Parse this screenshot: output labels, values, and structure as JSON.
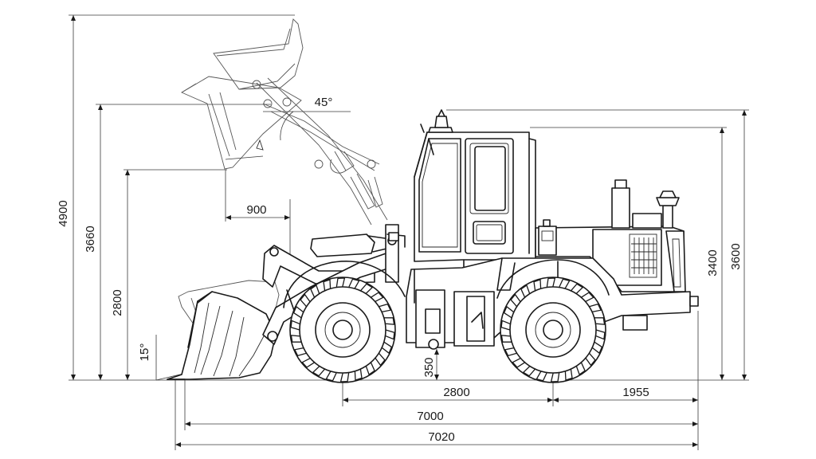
{
  "dimensions": {
    "total_height_raised": "4900",
    "hinge_pin_height": "3660",
    "dump_clearance": "2800",
    "dump_reach": "900",
    "dump_angle": "45°",
    "rollback_angle": "15°",
    "ground_clearance": "350",
    "wheelbase": "2800",
    "rear_overhang": "1955",
    "length_bucket_ground": "7000",
    "overall_length": "7020",
    "cab_height": "3400",
    "exhaust_height": "3600"
  }
}
